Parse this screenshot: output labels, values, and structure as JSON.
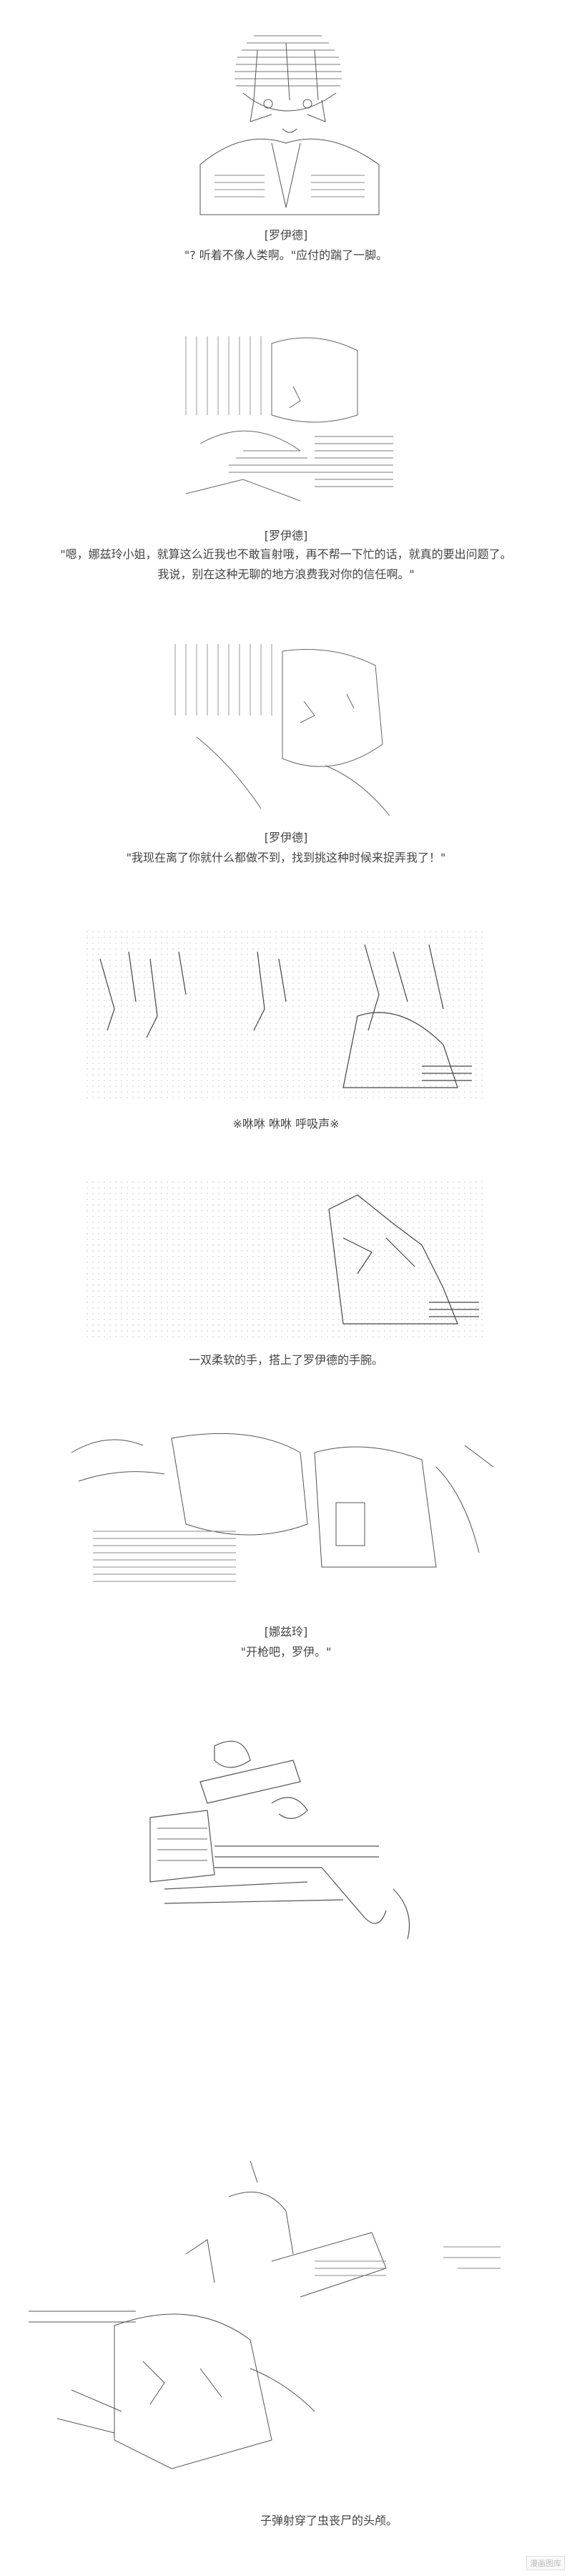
{
  "panels": [
    {
      "lines": [
        "[罗伊德]",
        "\"? 听着不像人类啊。\"应付的踹了一脚。"
      ]
    },
    {
      "lines": [
        "[罗伊德]",
        "\"嗯，娜兹玲小姐，就算这么近我也不敢盲射哦，再不帮一下忙的话，就真的要出问题了。",
        "我说，别在这种无聊的地方浪费我对你的信任啊。\""
      ]
    },
    {
      "lines": [
        "[罗伊德]",
        "\"我现在离了你就什么都做不到，找到挑这种时候来捉弄我了！\""
      ]
    },
    {
      "lines": [
        "※咻咻 咻咻 呼吸声※"
      ]
    },
    {
      "lines": [
        "一双柔软的手，搭上了罗伊德的手腕。"
      ]
    },
    {
      "lines": [
        "[娜兹玲]",
        "\"开枪吧，罗伊。\""
      ]
    },
    {
      "lines": []
    },
    {
      "lines": [
        "子弹射穿了虫丧尸的头颅。"
      ]
    }
  ],
  "watermark": "漫画图库",
  "icons": [
    "ascii-art-figure",
    "ascii-art-hands",
    "ascii-art-gun"
  ]
}
